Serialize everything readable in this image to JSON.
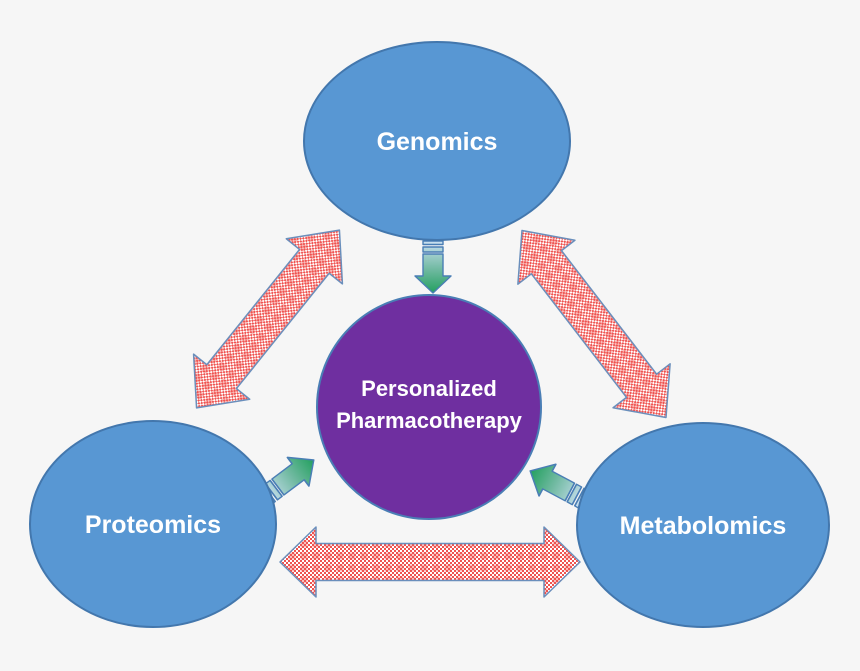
{
  "diagram": {
    "background_color": "#f6f6f6",
    "center_node": {
      "label_line1": "Personalized",
      "label_line2": "Pharmacotherapy",
      "fill_color": "#6f2fa0",
      "border_color": "#4a7eb5",
      "text_color": "#ffffff"
    },
    "satellite_nodes": [
      {
        "label": "Genomics"
      },
      {
        "label": "Proteomics"
      },
      {
        "label": "Metabolomics"
      }
    ],
    "satellite_style": {
      "fill_color": "#5897d3",
      "border_color": "#4377ad",
      "text_color": "#ffffff"
    },
    "bidirectional_arrow_style": {
      "pattern_color": "#ef5350",
      "background_color": "#ffffff",
      "border_color": "#6a8fbc"
    },
    "inward_arrow_style": {
      "tail_color": "#cce0f2",
      "mid_color": "#6fb9a0",
      "head_color": "#23a05f",
      "border_color": "#4a7eb5"
    }
  }
}
